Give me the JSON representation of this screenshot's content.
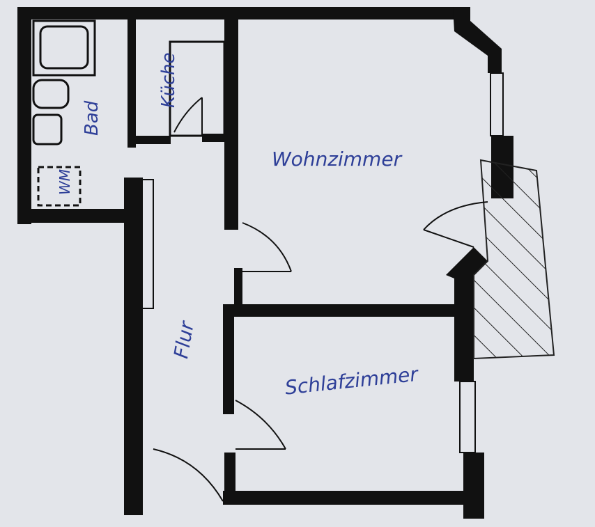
{
  "plan": {
    "rooms": {
      "bath": "Bad",
      "kitchen": "Küche",
      "washer": "WM",
      "living": "Wohnzimmer",
      "hall": "Flur",
      "bedroom": "Schlafzimmer"
    },
    "colors": {
      "paper": "#e3e5ea",
      "walls": "#111111",
      "labels": "#2e3f98"
    }
  }
}
